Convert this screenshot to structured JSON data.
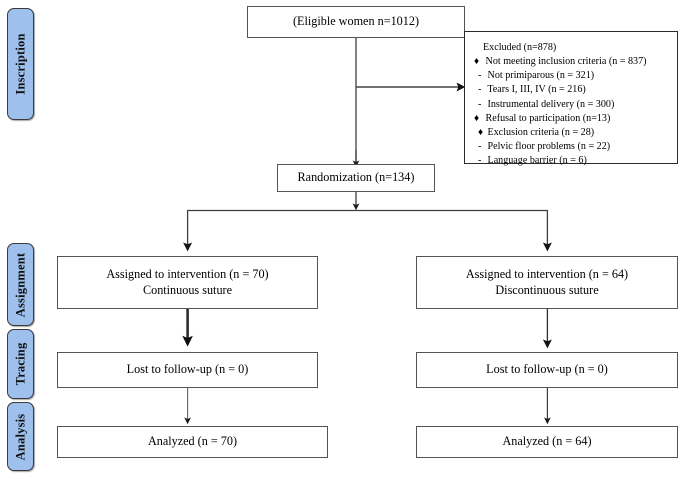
{
  "figure": {
    "type": "consort-flow-diagram",
    "title": "CONSORT participant flow diagram",
    "accent_color": "#9dc0ec",
    "box_border_color": "#545454"
  },
  "stages": [
    {
      "label": "Inscription"
    },
    {
      "label": "Assignment"
    },
    {
      "label": "Tracing"
    },
    {
      "label": "Analysis"
    }
  ],
  "nodes": {
    "eligible": {
      "line1": "(Eligible women n=1012)"
    },
    "randomization": {
      "line1": "Randomization (n=134)"
    },
    "assigned_left": {
      "line1": "Assigned to intervention (n = 70)",
      "line2": "Continuous suture"
    },
    "assigned_right": {
      "line1": "Assigned to intervention (n = 64)",
      "line2": "Discontinuous suture"
    },
    "lost_left": {
      "line1": "Lost to follow-up (n = 0)"
    },
    "lost_right": {
      "line1": "Lost to follow-up (n = 0)"
    },
    "analyzed_left": {
      "line1": "Analyzed (n = 70)"
    },
    "analyzed_right": {
      "line1": "Analyzed (n = 64)"
    }
  },
  "excluded": {
    "title": "Excluded (n=878)",
    "items": [
      {
        "marker": "♦",
        "level": 1,
        "text": "Not meeting inclusion criteria (n = 837)"
      },
      {
        "marker": "-",
        "level": 2,
        "text": "Not primiparous (n = 321)"
      },
      {
        "marker": "-",
        "level": 2,
        "text": "Tears I, III, IV (n = 216)"
      },
      {
        "marker": "-",
        "level": 2,
        "text": "Instrumental delivery (n = 300)"
      },
      {
        "marker": "♦",
        "level": 1,
        "text": "Refusal to participation (n=13)"
      },
      {
        "marker": "♦",
        "level": 2,
        "text": "Exclusion criteria (n = 28)"
      },
      {
        "marker": "-",
        "level": 2,
        "text": "Pelvic floor problems (n = 22)"
      },
      {
        "marker": "-",
        "level": 2,
        "text": "Language barrier (n = 6)"
      }
    ]
  }
}
